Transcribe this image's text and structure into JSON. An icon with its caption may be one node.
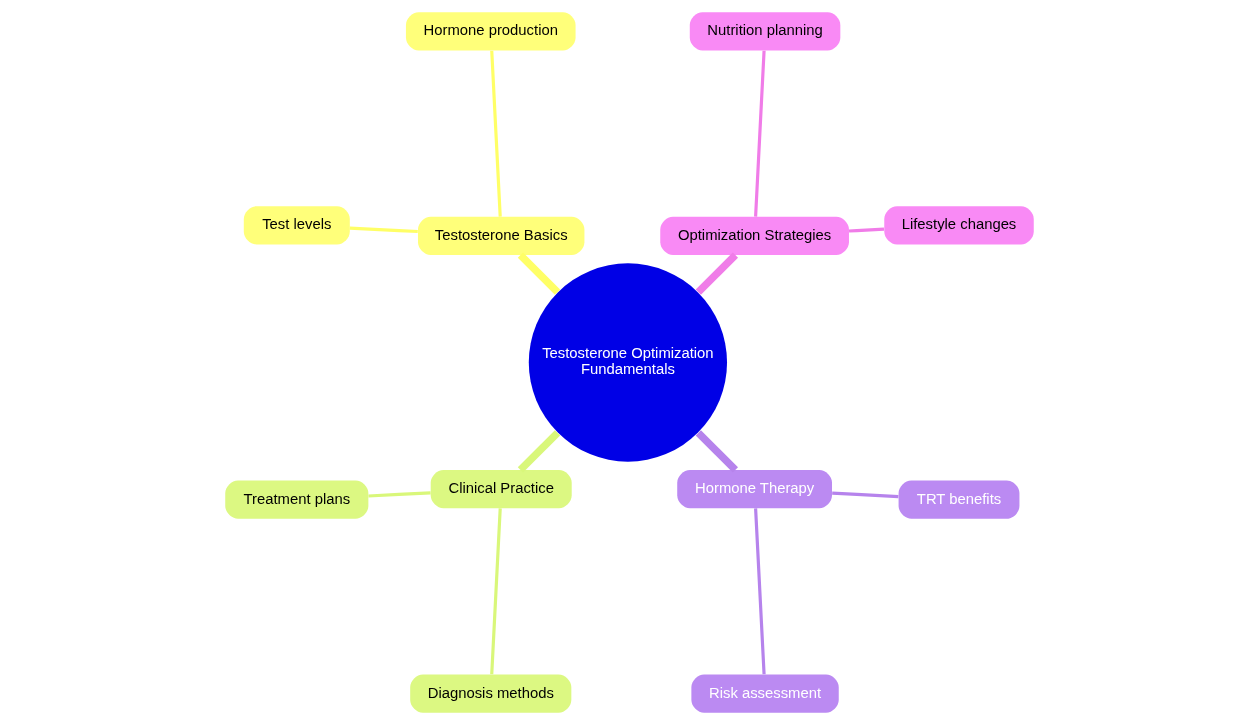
{
  "diagram": {
    "nodes": [
      {
        "text": [
          "Testosterone Optimization Fundamentals"
        ]
      },
      {
        "text": [
          "Optimization Strategies"
        ]
      },
      {
        "text": [
          "Lifestyle changes"
        ]
      },
      {
        "text": [
          "Nutrition planning"
        ]
      },
      {
        "text": [
          "Testosterone Basics"
        ]
      },
      {
        "text": [
          "Hormone production"
        ]
      },
      {
        "text": [
          "Test levels"
        ]
      },
      {
        "text": [
          "Clinical Practice"
        ]
      },
      {
        "text": [
          "Treatment plans"
        ]
      },
      {
        "text": [
          "Diagnosis methods"
        ]
      },
      {
        "text": [
          "Hormone Therapy"
        ]
      },
      {
        "text": [
          "Risk assessment"
        ]
      },
      {
        "text": [
          "TRT benefits"
        ]
      }
    ],
    "edges": [
      {
        "from": 0,
        "to": 1,
        "arrow": "none",
        "style": "thick",
        "color": "#f07ce8"
      },
      {
        "from": 1,
        "to": 2,
        "arrow": "none",
        "color": "#f07ce8"
      },
      {
        "from": 1,
        "to": 3,
        "arrow": "none",
        "color": "#f07ce8"
      },
      {
        "from": 0,
        "to": 4,
        "arrow": "none",
        "style": "thick",
        "color": "#ffff66"
      },
      {
        "from": 4,
        "to": 5,
        "arrow": "none",
        "color": "#ffff66"
      },
      {
        "from": 4,
        "to": 6,
        "arrow": "none",
        "color": "#ffff66"
      },
      {
        "from": 0,
        "to": 7,
        "arrow": "none",
        "style": "thick",
        "color": "#d9f77a"
      },
      {
        "from": 7,
        "to": 8,
        "arrow": "none",
        "color": "#d9f77a"
      },
      {
        "from": 7,
        "to": 9,
        "arrow": "none",
        "color": "#d9f77a"
      },
      {
        "from": 0,
        "to": 10,
        "arrow": "none",
        "style": "thick",
        "color": "#b683ec"
      },
      {
        "from": 10,
        "to": 11,
        "arrow": "none",
        "color": "#b683ec"
      },
      {
        "from": 10,
        "to": 12,
        "arrow": "none",
        "color": "#b683ec"
      }
    ]
  }
}
